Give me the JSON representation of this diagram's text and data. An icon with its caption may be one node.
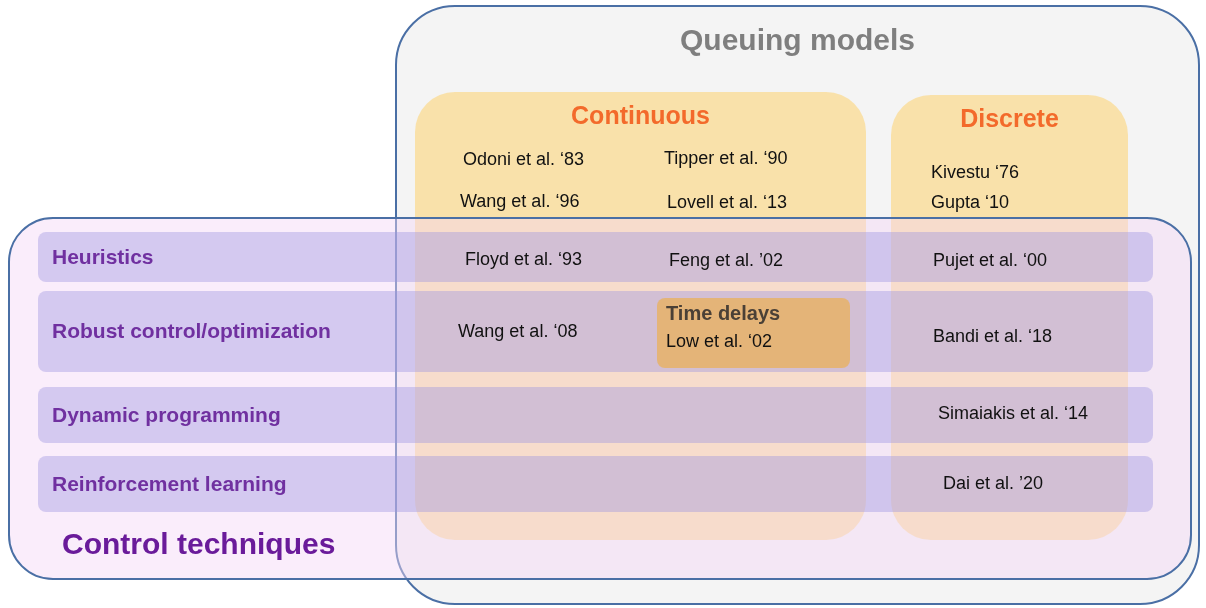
{
  "diagram": {
    "nodes": [
      {
        "text": [
          "Queuing models"
        ]
      },
      {
        "text": [
          "Continuous"
        ],
        "in": 0
      },
      {
        "text": [
          "Discrete"
        ],
        "in": 0
      },
      {
        "text": [
          "Control techniques"
        ]
      },
      {
        "text": [
          "Heuristics"
        ],
        "in": 3
      },
      {
        "text": [
          "Robust control/optimization"
        ],
        "in": 3
      },
      {
        "text": [
          "Dynamic programming"
        ],
        "in": 3
      },
      {
        "text": [
          "Reinforcement learning"
        ],
        "in": 3
      },
      {
        "text": [
          "Time delays",
          "Low et al. ‘02"
        ]
      }
    ],
    "edges": [],
    "labels": [
      "Odoni et al. ‘83",
      "Tipper et al. ‘90",
      "Kivestu ‘76",
      "Wang et al. ‘96",
      "Lovell et al. ‘13",
      "Gupta ‘10",
      "Floyd et al. ‘93",
      "Feng et al. ’02",
      "Pujet et al. ‘00",
      "Wang et al. ‘08",
      "Bandi et al. ‘18",
      "Simaiakis et al. ‘14",
      "Dai et al. ’20"
    ]
  }
}
